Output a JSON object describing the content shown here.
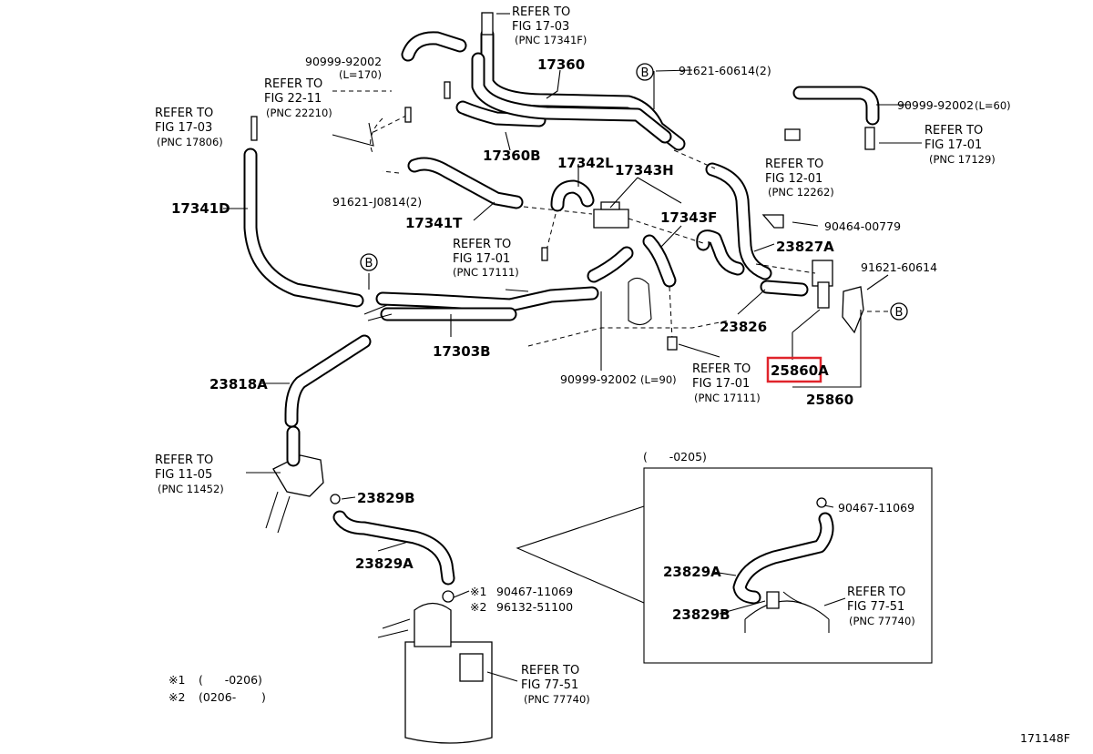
{
  "diagram_id": "171148F",
  "highlight_color": "#e0242b",
  "labels": {
    "ref_17_03_top": {
      "line1": "REFER TO",
      "line2": "FIG 17-03",
      "line3": "(PNC 17341F)"
    },
    "p90999_92002_top": {
      "code": "90999-92002",
      "len": "(L=170)"
    },
    "ref_22_11": {
      "line1": "REFER TO",
      "line2": "FIG 22-11",
      "line3": "(PNC 22210)"
    },
    "ref_17_03_left": {
      "line1": "REFER TO",
      "line2": "FIG 17-03",
      "line3": "(PNC 17806)"
    },
    "p17360": "17360",
    "p17360B": "17360B",
    "b_91621_60614_2": "91621-60614(2)",
    "p90999_92002_right": {
      "code": "90999-92002",
      "len": "(L=60)"
    },
    "ref_17_01_right": {
      "line1": "REFER TO",
      "line2": "FIG 17-01",
      "line3": "(PNC 17129)"
    },
    "ref_12_01": {
      "line1": "REFER TO",
      "line2": "FIG 12-01",
      "line3": "(PNC 12262)"
    },
    "p17341D": "17341D",
    "p91621_J0814_2": "91621-J0814(2)",
    "p17341T": "17341T",
    "p17342L": "17342L",
    "p17343H": "17343H",
    "p17343F": "17343F",
    "p90464_00779": "90464-00779",
    "p23827A": "23827A",
    "ref_17_01_mid": {
      "line1": "REFER TO",
      "line2": "FIG 17-01",
      "line3": "(PNC 17111)"
    },
    "p91621_60614": "91621-60614",
    "p17303B": "17303B",
    "p23826": "23826",
    "p23818A": "23818A",
    "p90999_92002_mid": {
      "code": "90999-92002",
      "len": "(L=90)"
    },
    "ref_17_01_low": {
      "line1": "REFER TO",
      "line2": "FIG 17-01",
      "line3": "(PNC 17111)"
    },
    "p25860A": "25860A",
    "p25860": "25860",
    "ref_11_05": {
      "line1": "REFER TO",
      "line2": "FIG 11-05",
      "line3": "(PNC 11452)"
    },
    "p23829B": "23829B",
    "p23829A": "23829A",
    "note1": {
      "mark": "※1",
      "code": "90467-11069"
    },
    "note2": {
      "mark": "※2",
      "code": "96132-51100"
    },
    "ref_77_51": {
      "line1": "REFER TO",
      "line2": "FIG 77-51",
      "line3": "(PNC 77740)"
    },
    "legend1": {
      "mark": "※1",
      "range": "(      -0206)"
    },
    "legend2": {
      "mark": "※2",
      "range": "(0206-       )"
    },
    "bubble_b": "B"
  },
  "inset": {
    "range": "(      -0205)",
    "p90467_11069": "90467-11069",
    "p23829A": "23829A",
    "p23829B": "23829B",
    "ref_77_51": {
      "line1": "REFER TO",
      "line2": "FIG 77-51",
      "line3": "(PNC 77740)"
    }
  }
}
